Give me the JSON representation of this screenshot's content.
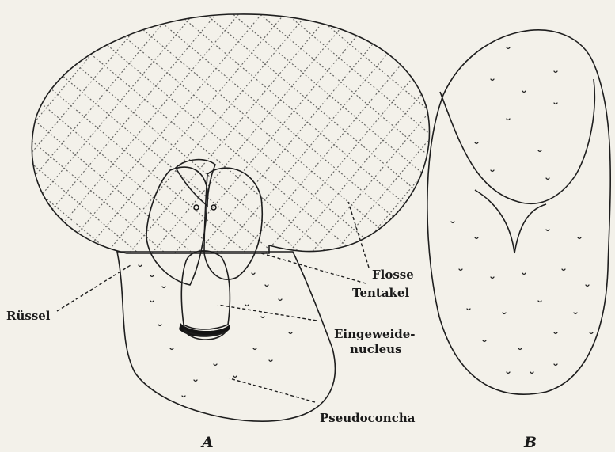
{
  "labels": {
    "ruessel": "Rüssel",
    "flosse": "Flosse",
    "tentakel": "Tentakel",
    "eingeweide": "Eingeweide-",
    "nucleus": "nucleus",
    "pseudoconcha": "Pseudoconcha"
  },
  "figures": {
    "a": "A",
    "b": "B"
  },
  "colors": {
    "paper": "#f3f1ea",
    "ink": "#1e1e1e",
    "stipple": "#8a8780"
  }
}
